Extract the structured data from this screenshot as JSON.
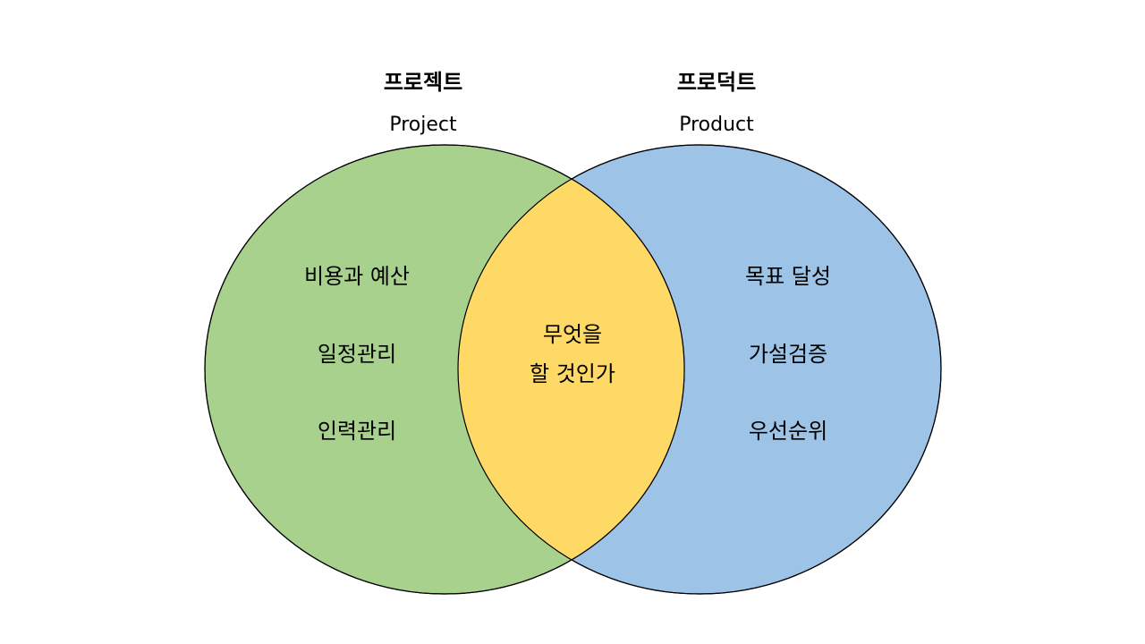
{
  "project": {
    "title": "프로젝트",
    "subtitle": "Project",
    "color": "#a9d18e",
    "items": [
      "비용과 예산",
      "일정관리",
      "인력관리"
    ]
  },
  "product": {
    "title": "프로덕트",
    "subtitle": "Product",
    "color": "#9dc3e6",
    "items": [
      "목표 달성",
      "가설검증",
      "우선순위"
    ]
  },
  "overlap": {
    "color": "#ffd966",
    "lines": [
      "무엇을",
      "할 것인가"
    ]
  },
  "outline_color": "#000000"
}
